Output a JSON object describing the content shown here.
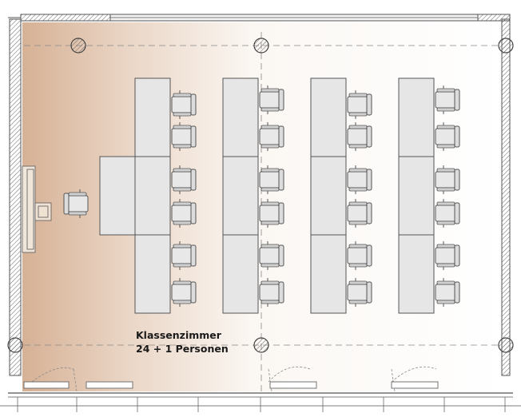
{
  "room": {
    "name": "Klassenzimmer",
    "capacity": "24 + 1 Personen"
  },
  "colors": {
    "floor_warm": "#d9b99f",
    "floor_light": "#ffffff",
    "wall": "#6b6b6b",
    "table_fill": "#e6e6e6",
    "outline": "#555555"
  },
  "layout": {
    "table_columns": 4,
    "tables_per_column": 3,
    "chairs_per_column": 6,
    "teacher_chairs": 1
  }
}
